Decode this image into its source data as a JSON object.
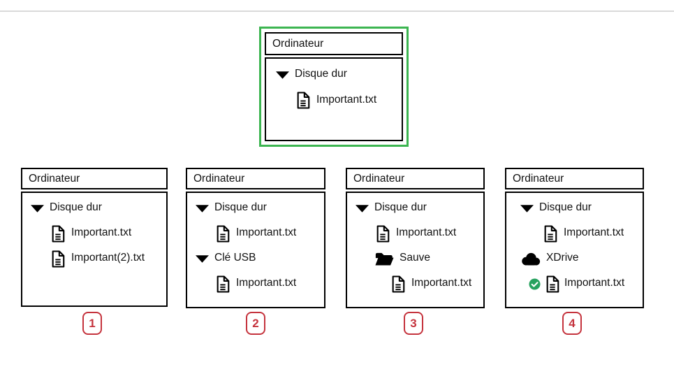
{
  "colors": {
    "highlight_border_green": "#3cb551",
    "option_badge_red": "#c5333d",
    "check_badge_green": "#27a25f",
    "top_divider_gray": "#dadada",
    "panel_border_black": "#000000"
  },
  "icons": {
    "triangle-down-icon": "▼ expanded tree node",
    "document-icon": "📄 text file",
    "folder-open-icon": "📂 open folder",
    "cloud-icon": "☁ cloud drive",
    "check-badge-icon": "✔ green synced check"
  },
  "reference": {
    "header": "Ordinateur",
    "rows": [
      {
        "icon": "triangle-down-icon",
        "label": "Disque dur"
      },
      {
        "icon": "document-icon",
        "label": "Important.txt"
      }
    ]
  },
  "options": [
    {
      "number": "1",
      "header": "Ordinateur",
      "rows": [
        {
          "icon": "triangle-down-icon",
          "label": "Disque dur"
        },
        {
          "icon": "document-icon",
          "label": "Important.txt"
        },
        {
          "icon": "document-icon",
          "label": "Important(2).txt"
        }
      ]
    },
    {
      "number": "2",
      "header": "Ordinateur",
      "rows": [
        {
          "icon": "triangle-down-icon",
          "label": "Disque dur"
        },
        {
          "icon": "document-icon",
          "label": "Important.txt"
        },
        {
          "icon": "triangle-down-icon",
          "label": "Clé USB"
        },
        {
          "icon": "document-icon",
          "label": "Important.txt"
        }
      ]
    },
    {
      "number": "3",
      "header": "Ordinateur",
      "rows": [
        {
          "icon": "triangle-down-icon",
          "label": "Disque dur"
        },
        {
          "icon": "document-icon",
          "label": "Important.txt"
        },
        {
          "icon": "folder-open-icon",
          "label": "Sauve"
        },
        {
          "icon": "document-icon",
          "label": "Important.txt"
        }
      ]
    },
    {
      "number": "4",
      "header": "Ordinateur",
      "rows": [
        {
          "icon": "triangle-down-icon",
          "label": "Disque dur"
        },
        {
          "icon": "document-icon",
          "label": "Important.txt"
        },
        {
          "icon": "cloud-icon",
          "label": "XDrive"
        },
        {
          "icon": "check-badge-icon document-icon",
          "label": "Important.txt"
        }
      ]
    }
  ]
}
